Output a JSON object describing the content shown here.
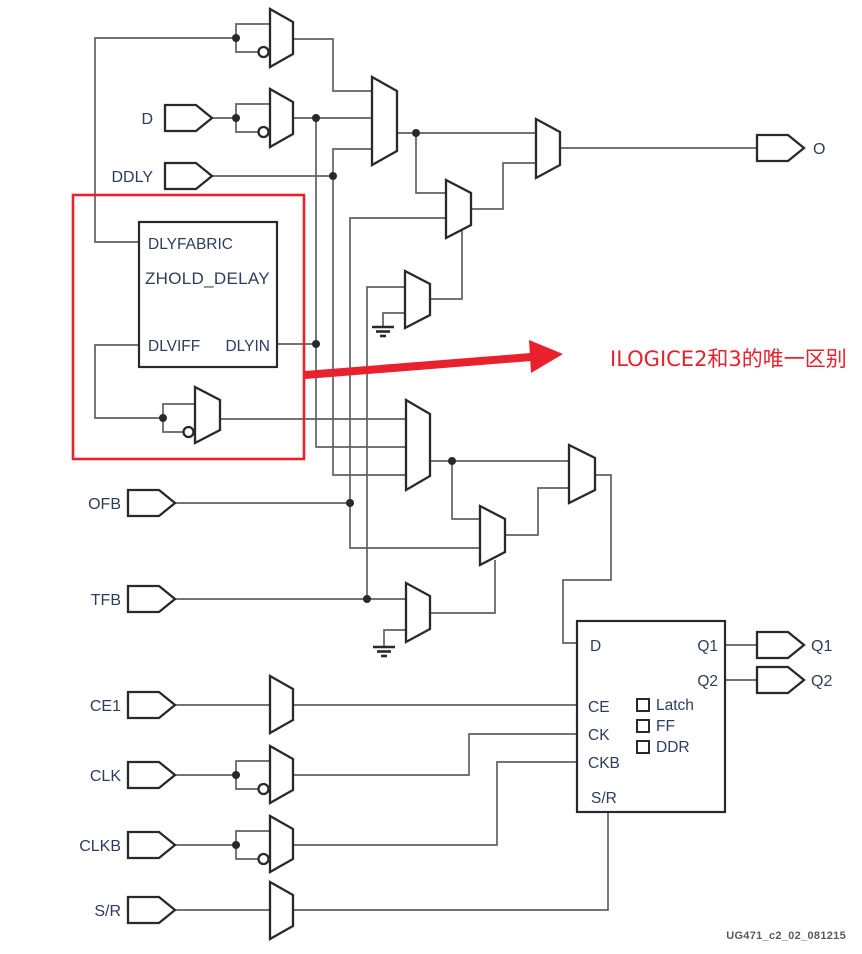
{
  "inputs": {
    "d": "D",
    "ddly": "DDLY",
    "ofb": "OFB",
    "tfb": "TFB",
    "ce1": "CE1",
    "clk": "CLK",
    "clkb": "CLKB",
    "sr": "S/R"
  },
  "outputs": {
    "o": "O",
    "q1": "Q1",
    "q2": "Q2"
  },
  "zhold_block": {
    "title": "ZHOLD_DELAY",
    "pin_dlyfabric": "DLYFABRIC",
    "pin_dlviff": "DLVIFF",
    "pin_dlyin": "DLYIN"
  },
  "ff_block": {
    "pin_d": "D",
    "pin_q1": "Q1",
    "pin_q2": "Q2",
    "pin_ce": "CE",
    "pin_ck": "CK",
    "pin_ckb": "CKB",
    "pin_sr": "S/R",
    "modes": [
      {
        "label": "Latch"
      },
      {
        "label": "FF"
      },
      {
        "label": "DDR"
      }
    ]
  },
  "annotation": {
    "note": "ILOGICE2和3的唯一区别"
  },
  "caption": "UG471_c2_02_081215",
  "colors": {
    "wire": "#606164",
    "outline": "#27292c",
    "label": "#2e3d5c",
    "annotation": "#e8212d",
    "caption": "#58595b"
  }
}
